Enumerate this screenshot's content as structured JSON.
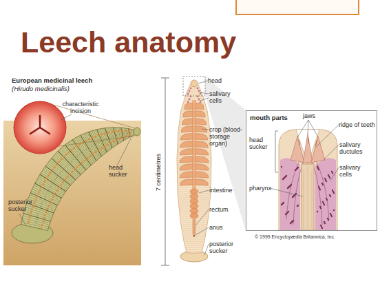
{
  "diagram": {
    "title": "Leech anatomy",
    "nodes": [
      {
        "text": [
          "European medicinal leech",
          "(Hirudo medicinalis)"
        ]
      },
      {
        "text": [
          "mouth parts"
        ]
      }
    ],
    "labels": [
      "characteristic incision",
      "head sucker",
      "posterior sucker",
      "7 centimetres",
      "head",
      "salivary cells",
      "crop (blood-storage organ)",
      "intestine",
      "rectum",
      "anus",
      "posterior sucker",
      "jaws",
      "ridge of teeth",
      "head sucker",
      "salivary ductules",
      "salivary cells",
      "pharynx",
      "© 1999 Encyclopædia Britannica, Inc."
    ]
  }
}
